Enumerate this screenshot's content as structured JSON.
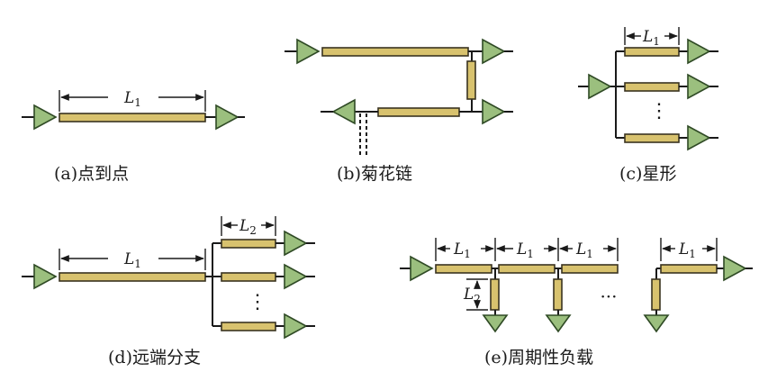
{
  "captions": {
    "a": "(a)点到点",
    "b": "(b)菊花链",
    "c": "(c)星形",
    "d": "(d)远端分支",
    "e": "(e)周期性负载"
  },
  "lengths": {
    "l1_main": "L",
    "l1_sub": "1",
    "l2_main": "L",
    "l2_sub": "2"
  },
  "ellipsis": {
    "vertical": "⋮",
    "horizontal": "···"
  },
  "colors": {
    "segment": "#d8c26e",
    "buffer": "#9bbf7e",
    "line": "#1a1a1a"
  }
}
